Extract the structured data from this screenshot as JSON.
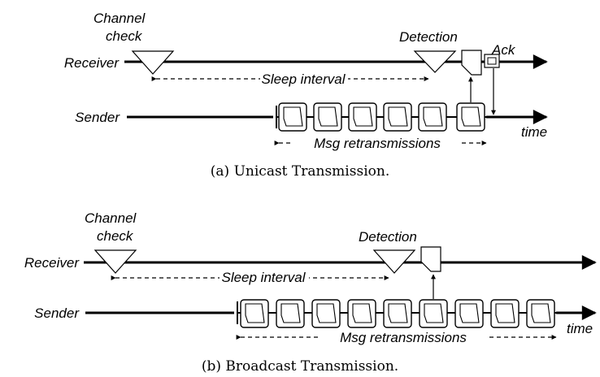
{
  "unicast": {
    "channel_check_line1": "Channel",
    "channel_check_line2": "check",
    "detection": "Detection",
    "ack": "Ack",
    "receiver": "Receiver",
    "sender": "Sender",
    "sleep_interval": "Sleep interval",
    "msg_retransmissions": "Msg retransmissions",
    "time": "time",
    "caption": "(a) Unicast Transmission."
  },
  "broadcast": {
    "channel_check_line1": "Channel",
    "channel_check_line2": "check",
    "detection": "Detection",
    "receiver": "Receiver",
    "sender": "Sender",
    "sleep_interval": "Sleep interval",
    "msg_retransmissions": "Msg retransmissions",
    "time": "time",
    "caption": "(b) Broadcast Transmission."
  }
}
